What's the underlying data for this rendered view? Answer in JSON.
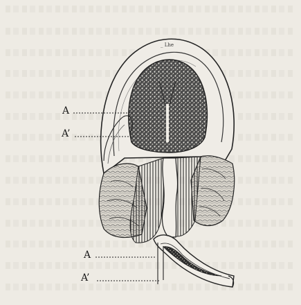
{
  "figure": {
    "top_seal_text": "_ Lhe",
    "labels": {
      "upper_a": "A",
      "upper_a_prime": "A’",
      "lower_a": "A",
      "lower_a_prime": "A’"
    }
  }
}
